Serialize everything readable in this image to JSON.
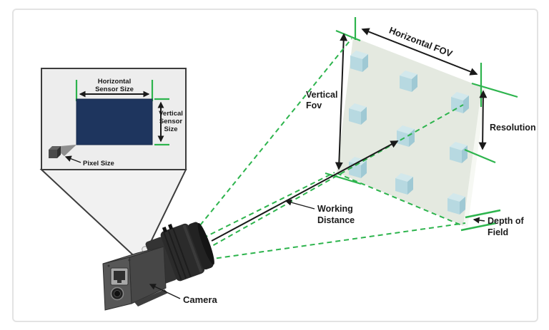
{
  "diagram_title": "machine-vision-fov-diagram",
  "colors": {
    "green": "#2db44d",
    "ink": "#1a1a1a",
    "navy": "#1e355e",
    "board": "#e4e9e0",
    "boardedge": "#f6f8f3",
    "cubefront": "#b7d9e1",
    "cubetop": "#d2e8ec",
    "cuberight": "#9fc9d4",
    "panel": "#ededed",
    "panelline": "#3c3c3c",
    "cardline": "#e3e3e3"
  },
  "inset": {
    "horizontal_sensor_line1": "Horizontal",
    "horizontal_sensor_line2": "Sensor Size",
    "vertical_sensor_line1": "Vertical",
    "vertical_sensor_line2": "Sensor",
    "vertical_sensor_line3": "Size",
    "pixel_label": "Pixel Size"
  },
  "labels": {
    "horizontal_fov": "Horizontal FOV",
    "vertical_fov_line1": "Vertical",
    "vertical_fov_line2": "Fov",
    "resolution": "Resolution",
    "working_line1": "Working",
    "working_line2": "Distance",
    "dof_line1": "Depth of",
    "dof_line2": "Field",
    "camera": "Camera"
  }
}
